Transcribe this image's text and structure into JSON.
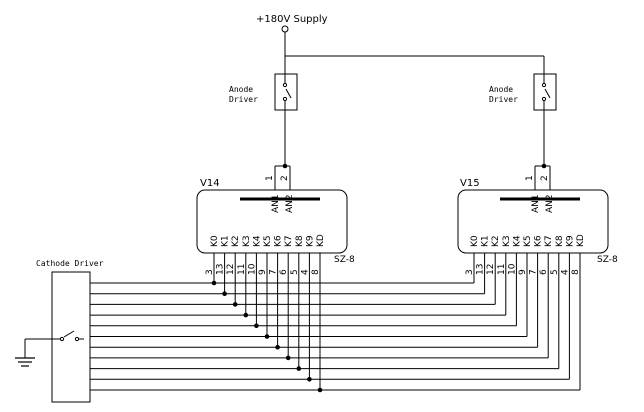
{
  "supply": {
    "label": "+180V Supply"
  },
  "anode_driver": {
    "line1": "Anode",
    "line2": "Driver"
  },
  "cathode_driver": {
    "label": "Cathode Driver"
  },
  "tubes": [
    {
      "name": "V14",
      "type": "SZ-8",
      "anode_pins": [
        "1",
        "2"
      ],
      "anode_labels": [
        "AN1",
        "AN2"
      ],
      "cathode_labels": [
        "K0",
        "K1",
        "K2",
        "K3",
        "K4",
        "K5",
        "K6",
        "K7",
        "K8",
        "K9",
        "KD"
      ],
      "pin_numbers": [
        "3",
        "13",
        "12",
        "11",
        "10",
        "9",
        "7",
        "6",
        "5",
        "4",
        "8"
      ]
    },
    {
      "name": "V15",
      "type": "SZ-8",
      "anode_pins": [
        "1",
        "2"
      ],
      "anode_labels": [
        "AN1",
        "AN2"
      ],
      "cathode_labels": [
        "K0",
        "K1",
        "K2",
        "K3",
        "K4",
        "K5",
        "K6",
        "K7",
        "K8",
        "K9",
        "KD"
      ],
      "pin_numbers": [
        "3",
        "13",
        "12",
        "11",
        "10",
        "9",
        "7",
        "6",
        "5",
        "4",
        "8"
      ]
    }
  ]
}
